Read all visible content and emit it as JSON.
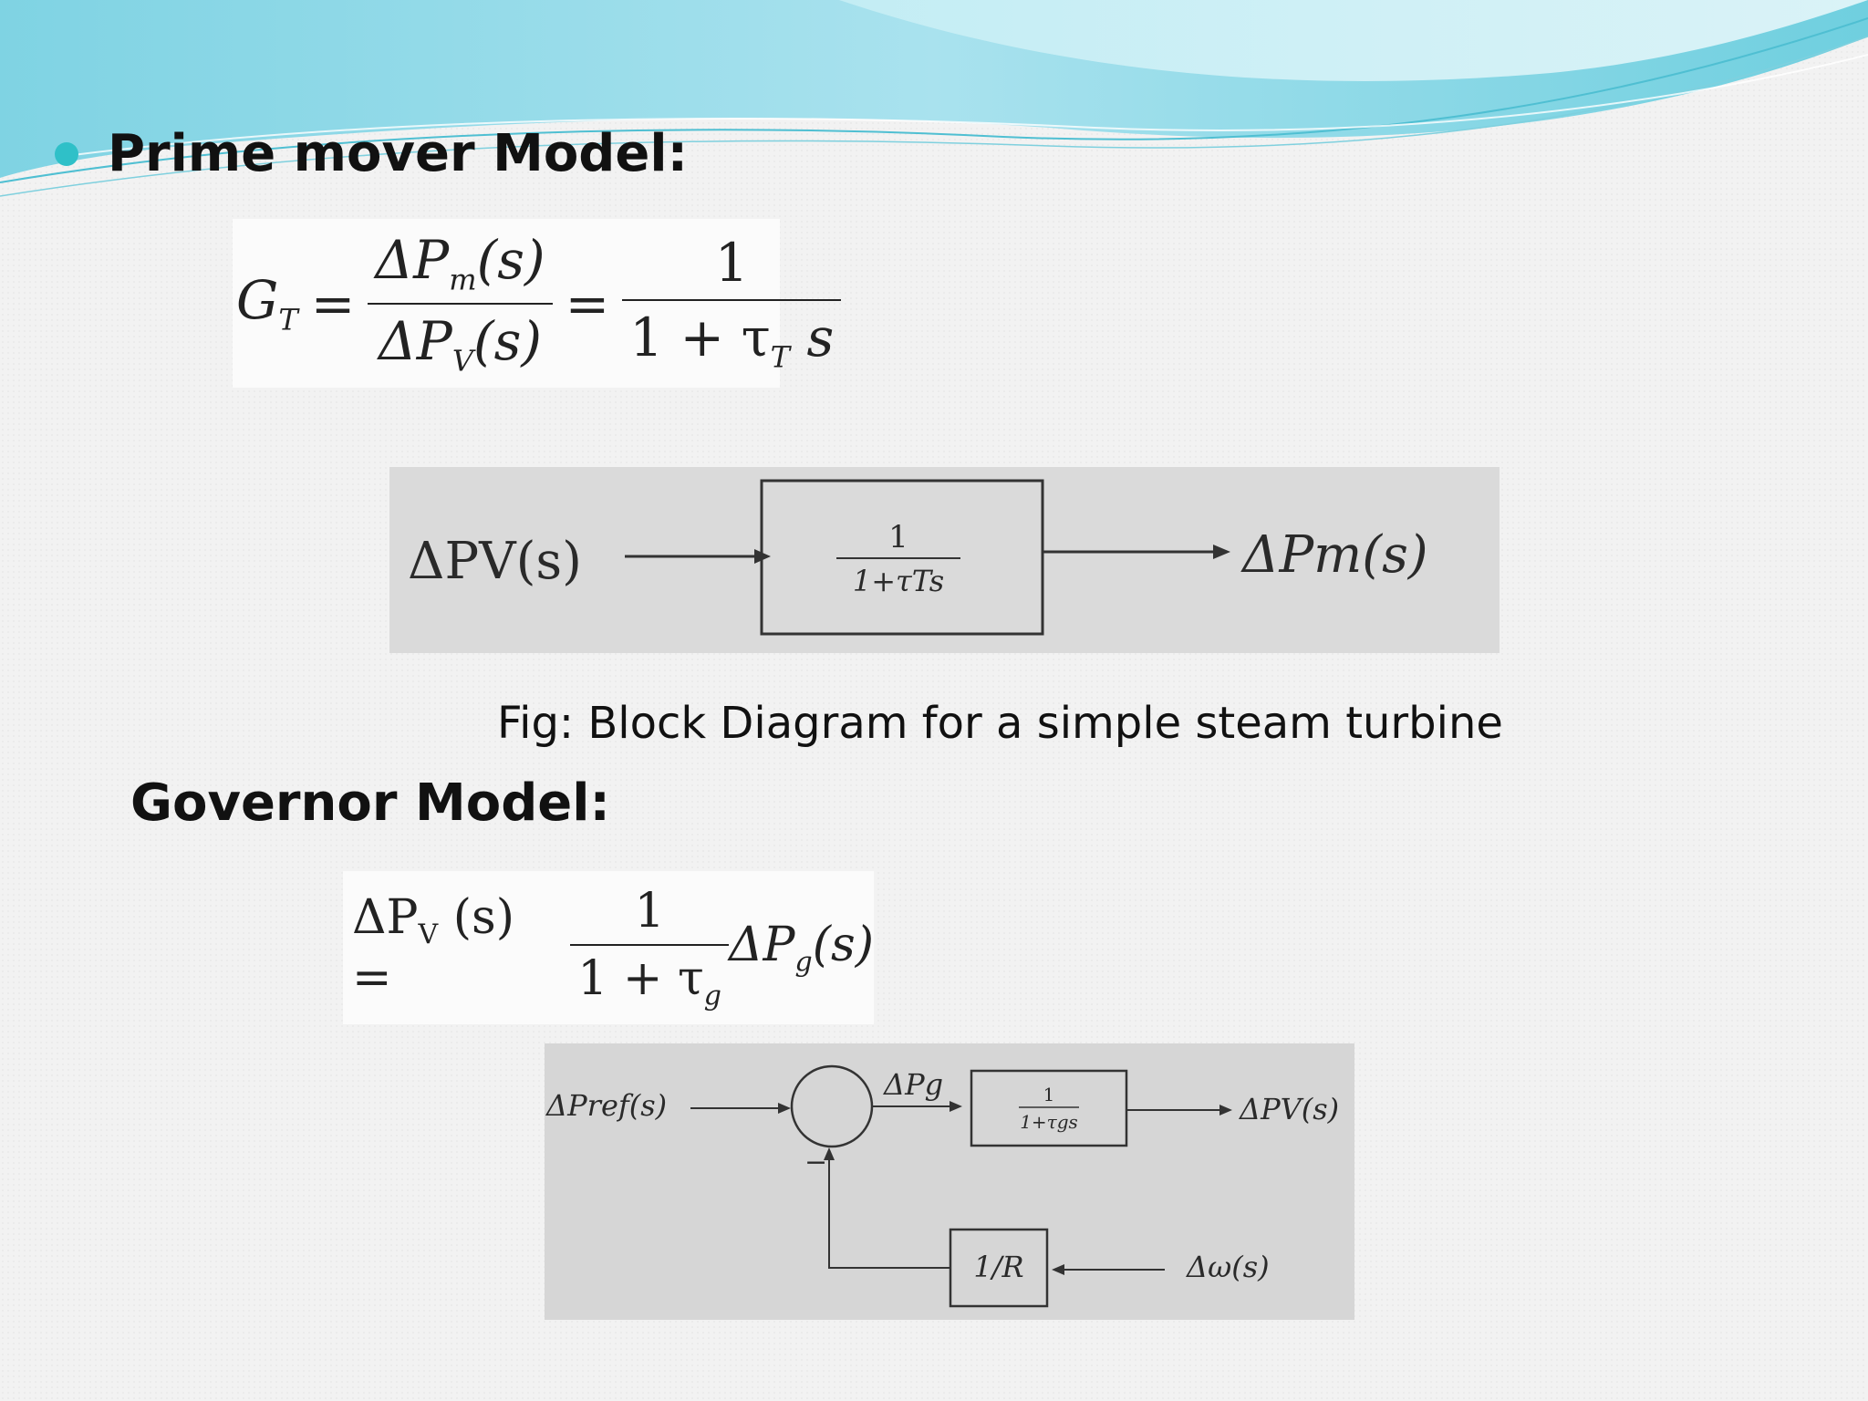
{
  "sections": {
    "prime_mover": {
      "heading": "Prime mover Model:",
      "equation": {
        "lhs": "G",
        "lhs_sub": "T",
        "eq": "=",
        "num": "ΔP",
        "num_sub": "m",
        "num_arg": "(s)",
        "den": "ΔP",
        "den_sub": "V",
        "den_arg": "(s)",
        "eq2": "=",
        "rhs_num": "1",
        "rhs_den": "1 + τ",
        "rhs_den_sub": "T",
        "rhs_den_tail": "s"
      },
      "diagram": {
        "input": "ΔPV(s)",
        "block_num": "1",
        "block_den": "1+τTs",
        "output": "ΔPm(s)"
      },
      "caption": "Fig: Block Diagram for a simple steam turbine"
    },
    "governor": {
      "heading": "Governor Model:",
      "equation": {
        "lhs": "ΔP",
        "lhs_sub": "V",
        "lhs_arg": "(s) =",
        "num": "1",
        "den": "1 + τ",
        "den_sub": "g",
        "rhs": "ΔP",
        "rhs_sub": "g",
        "rhs_arg": "(s)"
      },
      "diagram": {
        "input": "ΔPref(s)",
        "sum_mid": "ΔPg",
        "minus": "−",
        "block_num": "1",
        "block_den": "1+τgs",
        "output": "ΔPV(s)",
        "feedback_block": "1/R",
        "feedback_input": "Δω(s)"
      }
    }
  },
  "colors": {
    "accent": "#2fc0c8",
    "wave_light": "#a8e4ee",
    "wave_dark": "#5cc8d8"
  }
}
